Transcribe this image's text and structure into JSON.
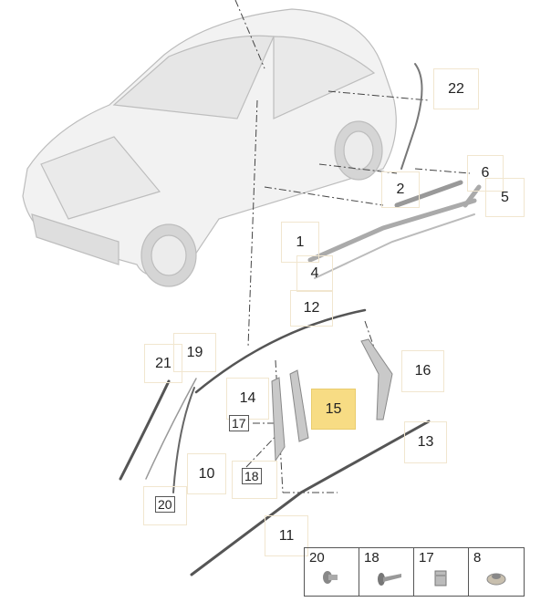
{
  "callouts": {
    "c1": "1",
    "c2": "2",
    "c4": "4",
    "c5": "5",
    "c6": "6",
    "c10": "10",
    "c11": "11",
    "c12": "12",
    "c13": "13",
    "c14": "14",
    "c15": "15",
    "c16": "16",
    "c19": "19",
    "c21": "21",
    "c22": "22",
    "b17": "17",
    "b18": "18",
    "b20": "20"
  },
  "hardware": [
    {
      "num": "20",
      "icon": "screw-short-icon"
    },
    {
      "num": "18",
      "icon": "screw-long-icon"
    },
    {
      "num": "17",
      "icon": "clip-nut-icon"
    },
    {
      "num": "8",
      "icon": "hex-nut-icon"
    }
  ],
  "colors": {
    "highlight": "#f7dc84",
    "callout_border": "#f1e6cf"
  }
}
